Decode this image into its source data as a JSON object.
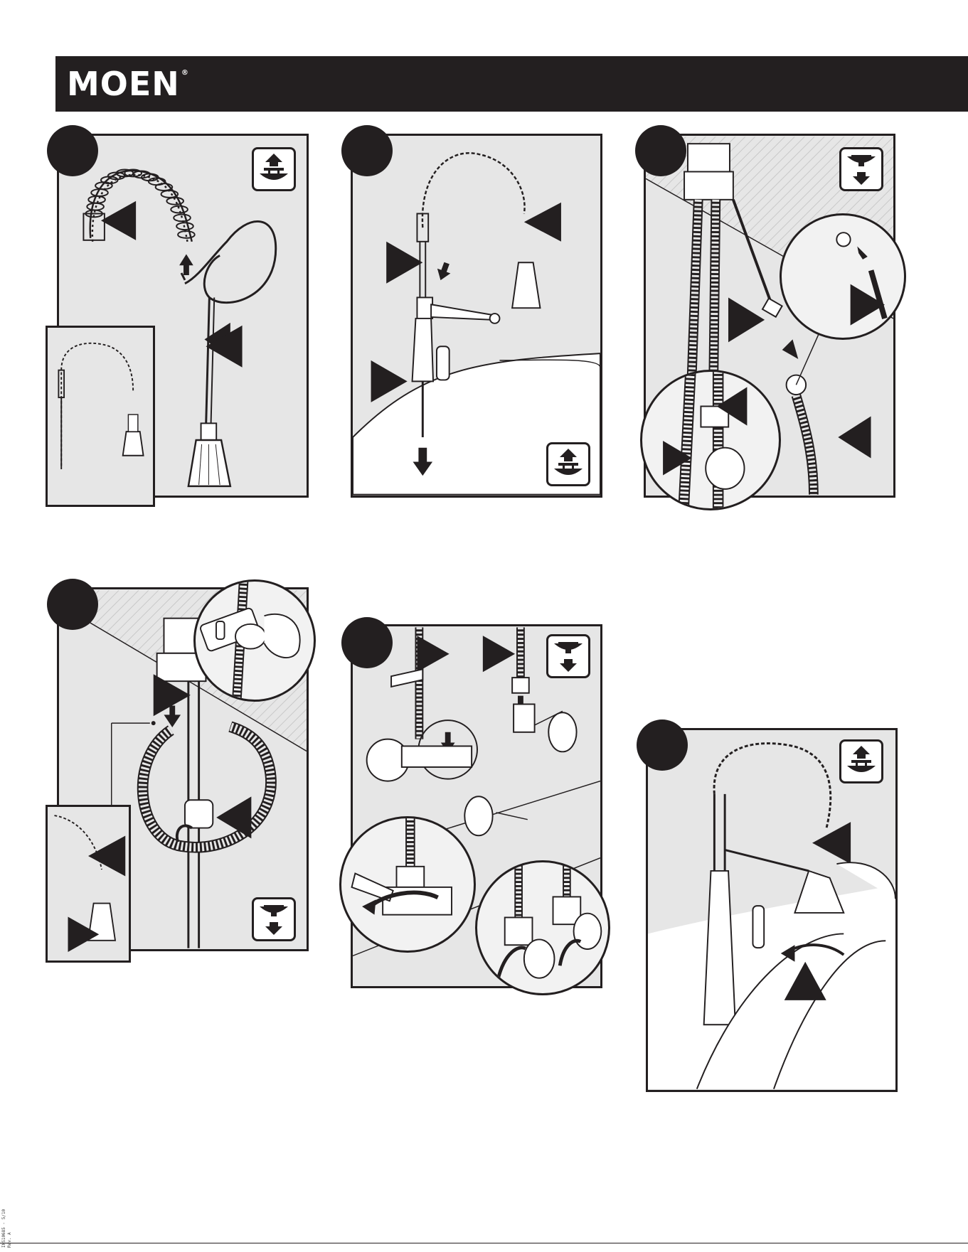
{
  "brand": {
    "logo_text": "MOEN",
    "trademark": "®"
  },
  "footer": {
    "doc_code": "INS10685 - 5/10",
    "doc_code_2": "Rev. A",
    "page_marker": ""
  },
  "colors": {
    "ink": "#231f20",
    "panel": "#e6e6e6",
    "white": "#ffffff"
  },
  "icons": [
    "above-sink-icon",
    "below-sink-icon"
  ],
  "panels": [
    {
      "id": "step-1",
      "icon": "above-sink-icon"
    },
    {
      "id": "step-2",
      "icon": "above-sink-icon"
    },
    {
      "id": "step-3",
      "icon": "below-sink-icon"
    },
    {
      "id": "step-4",
      "icon": "below-sink-icon"
    },
    {
      "id": "step-5",
      "icon": "below-sink-icon"
    },
    {
      "id": "step-6",
      "icon": "above-sink-icon"
    }
  ]
}
